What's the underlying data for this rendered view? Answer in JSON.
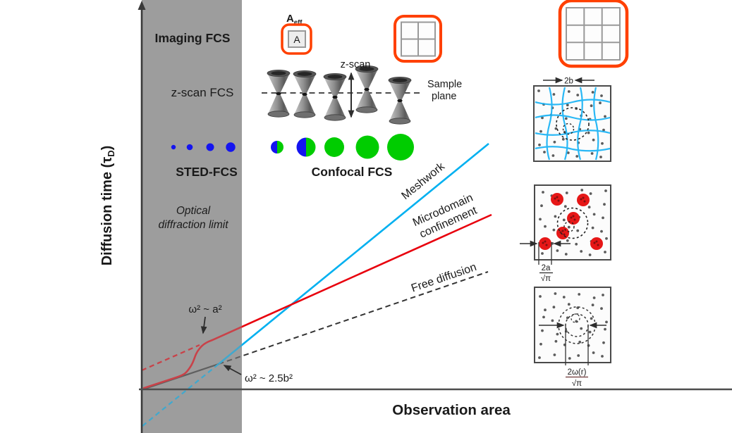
{
  "axes": {
    "y_label_prefix": "Diffusion time (τ",
    "y_label_sub": "D",
    "y_label_suffix": ")",
    "x_label": "Observation area"
  },
  "techniques": {
    "imaging_fcs": "Imaging FCS",
    "zscan_fcs": "z-scan FCS",
    "sted_fcs": "STED-FCS",
    "confocal_fcs": "Confocal FCS",
    "diffraction_line1": "Optical",
    "diffraction_line2": "diffraction limit"
  },
  "zscan": {
    "label": "z-scan",
    "sample_line1": "Sample",
    "sample_line2": "plane"
  },
  "aeff": {
    "main": "A",
    "sub": "eff",
    "inner": "A"
  },
  "curves": {
    "meshwork_label": "Meshwork",
    "microdomain_label1": "Microdomain",
    "microdomain_label2": "confinement",
    "free_label": "Free diffusion"
  },
  "annotations": {
    "omega_a": "ω² ~ a²",
    "omega_b": "ω² ~ 2.5b²"
  },
  "dimensions": {
    "meshwork": "2b",
    "microdomain_num": "2a",
    "microdomain_den": "√π",
    "free_num": "2ω(r)",
    "free_den": "√π"
  },
  "colors": {
    "meshwork_line": "#00b0f0",
    "microdomain_line": "#e8000d",
    "free_line": "#333333",
    "sted_blue": "#1414f0",
    "confocal_green": "#00cc00",
    "imaging_red": "#ff2800",
    "icon_orange": "#ff4000",
    "diffraction_region_gray": "#9d9d9d"
  }
}
